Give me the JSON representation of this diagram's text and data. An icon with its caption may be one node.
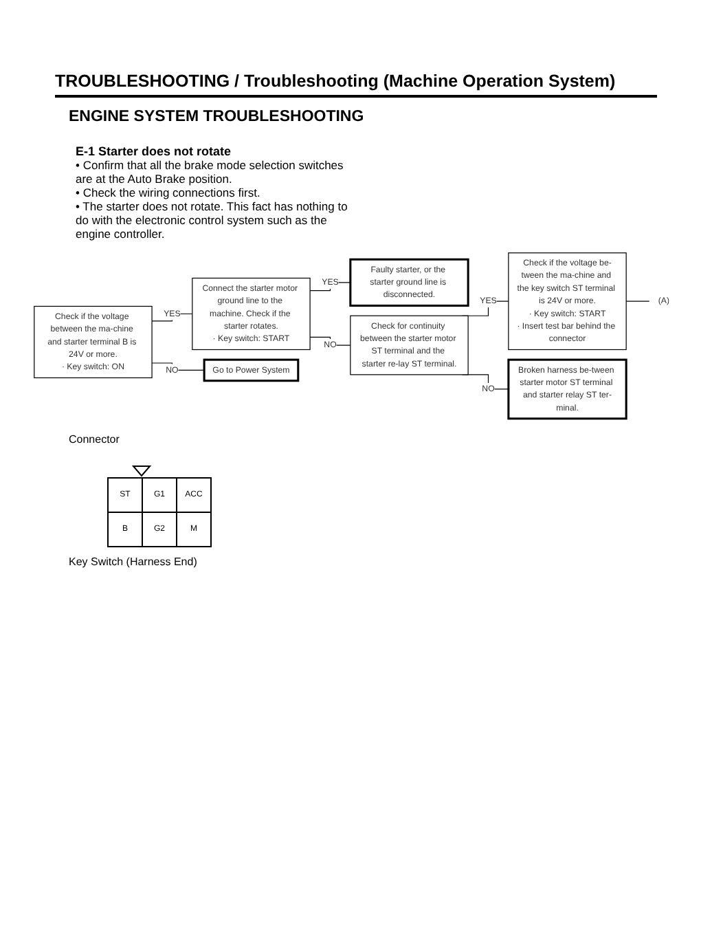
{
  "diagram": {
    "title": "TROUBLESHOOTING / Troubleshooting (Machine Operation System)",
    "nodes": [
      {
        "text": [
          "Check if the voltage between the ma-chine and starter terminal B is 24V or more.",
          "· Key switch: ON"
        ]
      },
      {
        "text": [
          "Connect the starter motor ground line to the machine. Check if the starter rotates.",
          "· Key switch: START"
        ]
      },
      {
        "text": [
          "Faulty starter, or the starter ground line is disconnected."
        ]
      },
      {
        "text": [
          "Check for continuity between the starter motor ST terminal and the starter re-lay ST terminal."
        ]
      },
      {
        "text": [
          "Check if the voltage be-tween the ma-chine and the key switch ST terminal is 24V or more.",
          "· Key switch: START",
          "· Insert test bar behind the connector"
        ]
      },
      {
        "text": [
          "Broken harness be-tween starter motor ST terminal and starter relay ST ter-minal."
        ]
      },
      {
        "text": [
          "Go to Power System"
        ]
      },
      {
        "text": [
          "(A)"
        ]
      }
    ],
    "edges": [
      {
        "from": 0,
        "to": 1,
        "arrow": "none",
        "label": "YES"
      },
      {
        "from": 0,
        "to": 6,
        "arrow": "none",
        "label": "NO"
      },
      {
        "from": 1,
        "to": 2,
        "arrow": "none",
        "label": "YES"
      },
      {
        "from": 1,
        "to": 3,
        "arrow": "none",
        "label": "NO"
      },
      {
        "from": 3,
        "to": 4,
        "arrow": "none",
        "label": "YES"
      },
      {
        "from": 3,
        "to": 5,
        "arrow": "none",
        "label": "NO"
      },
      {
        "from": 4,
        "to": 7,
        "arrow": "none"
      }
    ],
    "labels": [
      "ENGINE SYSTEM TROUBLESHOOTING",
      "E-1 Starter does not rotate",
      "• Confirm that all the brake mode selection switches are at the Auto Brake position.",
      "• Check the wiring connections first.",
      "• The starter does not rotate. This fact has nothing to do with the electronic control system such as the engine controller.",
      "Connector",
      "ST",
      "G1",
      "ACC",
      "B",
      "G2",
      "M",
      "Key Switch (Harness End)"
    ]
  }
}
